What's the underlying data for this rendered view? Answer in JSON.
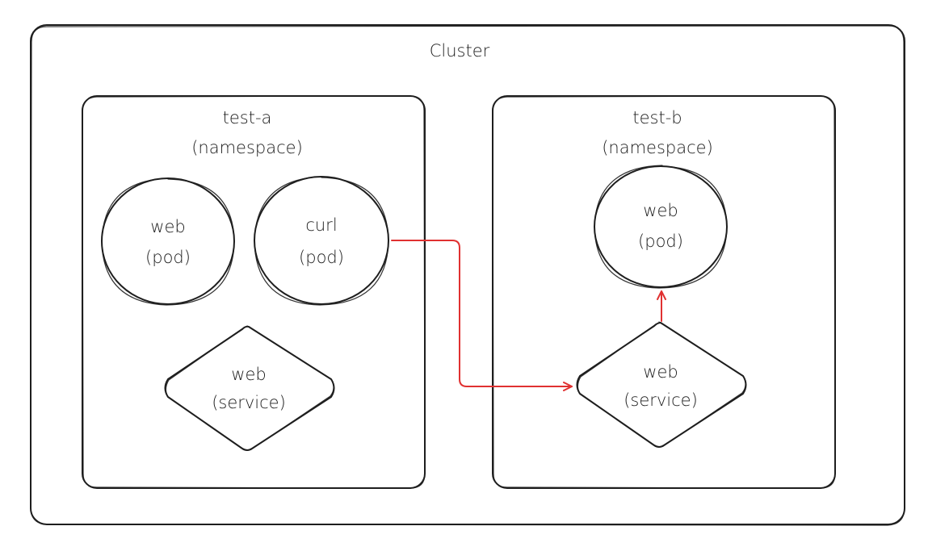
{
  "colors": {
    "stroke": "#1e1e1e",
    "arrow": "#e03131",
    "background": "#ffffff"
  },
  "cluster": {
    "label": "Cluster"
  },
  "namespace_a": {
    "name": "test-a",
    "kind": "(namespace)",
    "web_pod": {
      "name": "web",
      "kind": "(pod)"
    },
    "curl_pod": {
      "name": "curl",
      "kind": "(pod)"
    },
    "web_service": {
      "name": "web",
      "kind": "(service)"
    }
  },
  "namespace_b": {
    "name": "test-b",
    "kind": "(namespace)",
    "web_pod": {
      "name": "web",
      "kind": "(pod)"
    },
    "web_service": {
      "name": "web",
      "kind": "(service)"
    }
  }
}
